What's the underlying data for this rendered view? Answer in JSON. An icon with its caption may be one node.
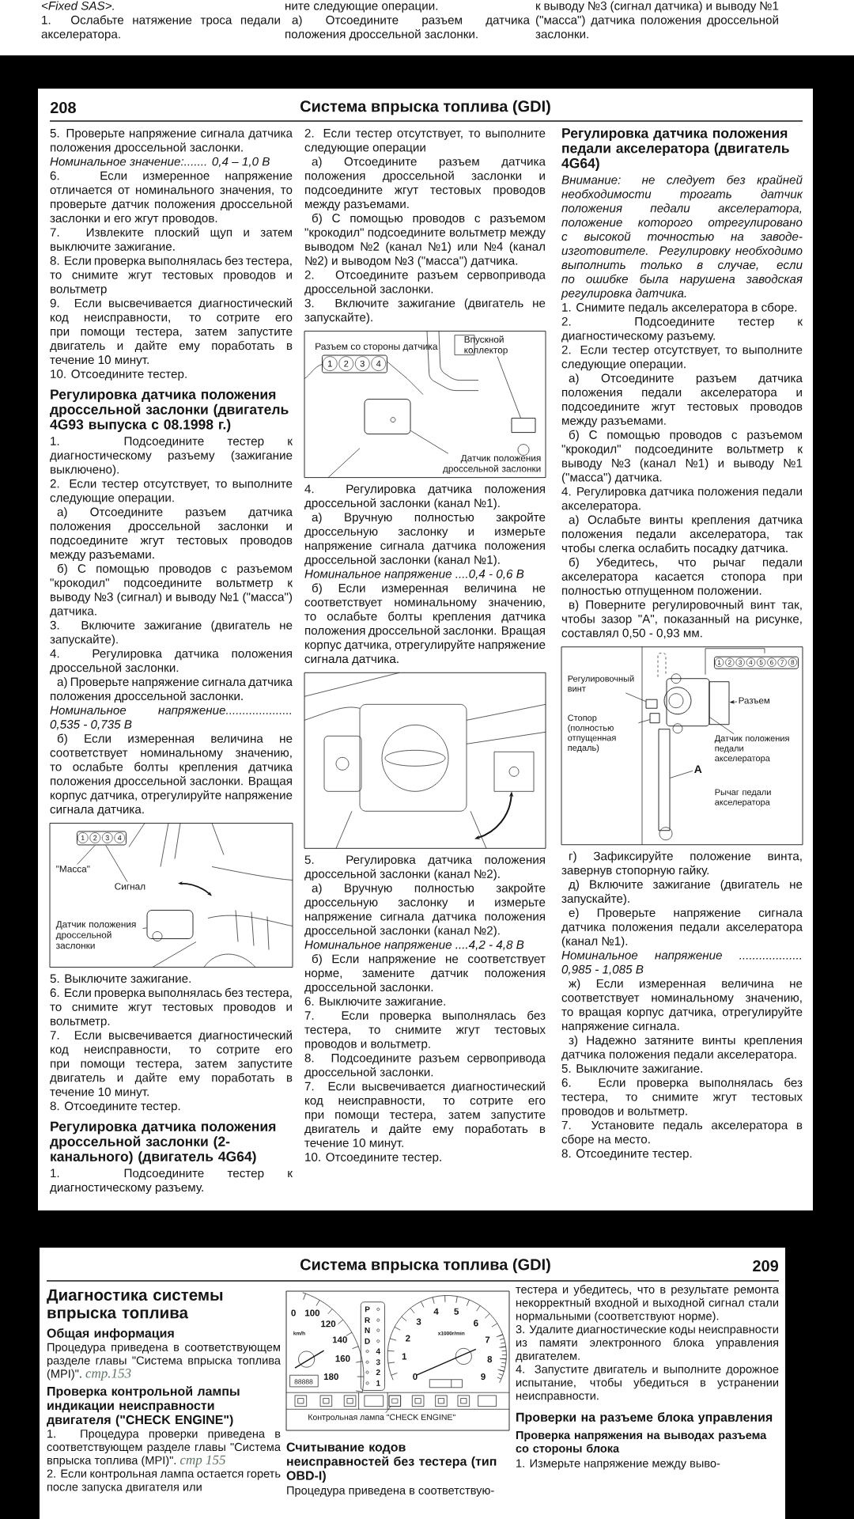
{
  "diagram": {
    "nodes": [
      {
        "text": [
          "1",
          "2",
          "3",
          "4"
        ]
      },
      {
        "text": [
          "\"Масса\""
        ]
      },
      {
        "text": [
          "Сигнал"
        ]
      },
      {
        "text": [
          "Датчик положения дроссельной заслонки"
        ]
      },
      {
        "text": [
          "1",
          "2",
          "3",
          "4"
        ],
        "beside": [
          "Разъем со стороны датчика"
        ]
      },
      {
        "text": [
          "Впускной коллектор"
        ]
      },
      {
        "text": [
          "Датчик положения дроссельной заслонки"
        ]
      },
      {
        "text": [
          "1",
          "2",
          "3",
          "4",
          "5",
          "6",
          "7",
          "8"
        ]
      },
      {
        "text": [
          "Регулировочный винт"
        ]
      },
      {
        "text": [
          "Разъем"
        ]
      },
      {
        "text": [
          "Стопор (полностью отпущенная педаль)"
        ]
      },
      {
        "text": [
          "Датчик положения педали акселератора"
        ]
      },
      {
        "text": [
          "А"
        ]
      },
      {
        "text": [
          "Контрольная лампа \"CHECK ENGINE\""
        ]
      },
      {
        "text": [],
        "shape": "box"
      },
      {
        "text": [],
        "shape": "box"
      },
      {
        "text": [],
        "shape": "box"
      },
      {
        "text": [],
        "shape": "box"
      },
      {
        "text": [],
        "shape": "box"
      },
      {
        "text": [],
        "shape": "box"
      },
      {
        "text": [],
        "shape": "box"
      },
      {
        "text": [],
        "shape": "box"
      },
      {
        "text": [],
        "shape": "box"
      }
    ],
    "edges": [
      {
        "from": 1,
        "to": 0,
        "arrow": "none"
      },
      {
        "from": 2,
        "to": 0,
        "arrow": "none"
      },
      {
        "from": 3,
        "to": 14,
        "arrow": "none"
      },
      {
        "from": 5,
        "to": 15,
        "arrow": "none"
      },
      {
        "from": 6,
        "to": 16,
        "arrow": "none"
      },
      {
        "from": 8,
        "to": 17,
        "arrow": "none"
      },
      {
        "from": 9,
        "to": 18,
        "arrow": "to"
      },
      {
        "from": 10,
        "to": 19,
        "arrow": "none"
      },
      {
        "from": 11,
        "to": 20,
        "arrow": "none"
      },
      {
        "from": 12,
        "to": 21,
        "arrow": "none"
      },
      {
        "from": 13,
        "to": 22,
        "arrow": "none"
      }
    ],
    "labels": [
      "<Fixed SAS>.",
      "1. Ослабьте натяжение троса педали акселератора.",
      "ните следующие операции.",
      "а) Отсоедините разъем датчика положения дроссельной заслонки.",
      "к выводу №3 (сигнал датчика) и выводу №1 (\"масса\") датчика положения дроссельной заслонки.",
      "208",
      "Система впрыска топлива (GDI)",
      "5. Проверьте напряжение сигнала датчика положения дроссельной заслонки.",
      "Номинальное значение:....... 0,4 – 1,0 В",
      "6. Если измеренное напряжение отличается от номинального значения, то проверьте датчик положения дроссельной заслонки и его жгут проводов.",
      "7. Извлеките плоский щуп и затем выключите зажигание.",
      "8. Если проверка выполнялась без тестера, то снимите жгут тестовых проводов и вольтметр",
      "9. Если высвечивается диагностический код неисправности, то сотрите его при помощи тестера, затем запустите двигатель и дайте ему поработать в течение 10 минут.",
      "10. Отсоедините тестер.",
      "Регулировка датчика положения дроссельной заслонки (двигатель 4G93 выпуска с 08.1998 г.)",
      "1. Подсоедините тестер к диагностическому разъему (зажигание выключено).",
      "2. Если тестер отсутствует, то выполните следующие операции.",
      "а) Отсоедините разъем датчика положения дроссельной заслонки и подсоедините жгут тестовых проводов между разъемами.",
      "б) С помощью проводов с разъемом \"крокодил\" подсоедините вольтметр к выводу №3 (сигнал) и выводу №1 (\"масса\") датчика.",
      "3. Включите зажигание (двигатель не запускайте).",
      "4. Регулировка датчика положения дроссельной заслонки.",
      "а) Проверьте напряжение сигнала датчика положения дроссельной заслонки.",
      "Номинальное напряжение.................... 0,535 - 0,735 В",
      "б) Если измеренная величина не соответствует номинальному значению, то ослабьте болты крепления датчика положения дроссельной заслонки. Вращая корпус датчика, отрегулируйте напряжение сигнала датчика.",
      "5. Выключите зажигание.",
      "6. Если проверка выполнялась без тестера, то снимите жгут тестовых проводов и вольтметр.",
      "7. Если высвечивается диагностический код неисправности, то сотрите его при помощи тестера, затем запустите двигатель и дайте ему поработать в течение 10 минут.",
      "8. Отсоедините тестер.",
      "Регулировка датчика положения дроссельной заслонки (2-канального) (двигатель 4G64)",
      "1. Подсоедините тестер к диагностическому разъему.",
      "2. Если тестер отсутствует, то выполните следующие операции",
      "а) Отсоедините разъем датчика положения дроссельной заслонки и подсоедините жгут тестовых проводов между разъемами.",
      "б) С помощью проводов с разъемом \"крокодил\" подсоедините вольтметр между выводом №2 (канал №1) или №4 (канал №2) и выводом №3 (\"масса\") датчика.",
      "2. Отсоедините разъем сервопривода дроссельной заслонки.",
      "3. Включите зажигание (двигатель не запускайте).",
      "4. Регулировка датчика положения дроссельной заслонки (канал №1).",
      "а) Вручную полностью закройте дроссельную заслонку и измерьте напряжение сигнала датчика положения дроссельной заслонки (канал №1).",
      "Номинальное напряжение ....0,4 - 0,6 В",
      "б) Если измеренная величина не соответствует номинальному значению, то ослабьте болты крепления датчика положения дроссельной заслонки. Вращая корпус датчика, отрегулируйте напряжение сигнала датчика.",
      "5. Регулировка датчика положения дроссельной заслонки (канал №2).",
      "а) Вручную полностью закройте дроссельную заслонку и измерьте напряжение сигнала датчика положения дроссельной заслонки (канал №2).",
      "Номинальное напряжение ....4,2 - 4,8 В",
      "б) Если напряжение не соответствует норме, замените датчик положения дроссельной заслонки.",
      "6. Выключите зажигание.",
      "7. Если проверка выполнялась без тестера, то снимите жгут тестовых проводов и вольтметр.",
      "8. Подсоедините разъем сервопривода дроссельной заслонки.",
      "7. Если высвечивается диагностический код неисправности, то сотрите его при помощи тестера, затем запустите двигатель и дайте ему поработать в течение 10 минут.",
      "10. Отсоедините тестер.",
      "Регулировка датчика положения педали акселератора (двигатель 4G64)",
      "Внимание: не следует без крайней необходимости трогать датчик положения педали акселератора, положение которого отрегулировано с высокой точностью на заводе-изготовителе. Регулировку необходимо выполнить только в случае, если по ошибке была нарушена заводская регулировка датчика.",
      "1. Снимите педаль акселератора в сборе.",
      "2. Подсоедините тестер к диагностическому разъему.",
      "2. Если тестер отсутствует, то выполните следующие операции.",
      "а) Отсоедините разъем датчика положения педали акселератора и подсоедините жгут тестовых проводов между разъемами.",
      "б) С помощью проводов с разъемом \"крокодил\" подсоедините вольтметр к выводу №3 (канал №1) и выводу №1 (\"масса\") датчика.",
      "4. Регулировка датчика положения педали акселератора.",
      "а) Ослабьте винты крепления датчика положения педали акселератора, так чтобы слегка ослабить посадку датчика.",
      "б) Убедитесь, что рычаг педали акселератора касается стопора при полностью отпущенном положении.",
      "в) Поверните регулировочный винт так, чтобы зазор \"А\", показанный на рисунке, составлял 0,50 - 0,93 мм.",
      "Рычаг педали акселератора",
      "г) Зафиксируйте положение винта, завернув стопорную гайку.",
      "д) Включите зажигание (двигатель не запускайте).",
      "е) Проверьте напряжение сигнала датчика положения педали акселератора (канал №1).",
      "Номинальное напряжение ................... 0,985 - 1,085 В",
      "ж) Если измеренная величина не соответствует номинальному значению, то вращая корпус датчика, отрегулируйте напряжение сигнала.",
      "з) Надежно затяните винты крепления датчика положения педали акселератора.",
      "5. Выключите зажигание.",
      "6. Если проверка выполнялась без тестера, то снимите жгут тестовых проводов и вольтметр.",
      "7. Установите педаль акселератора в сборе на место.",
      "8. Отсоедините тестер.",
      "Система впрыска топлива (GDI)",
      "209",
      "Диагностика системы впрыска топлива",
      "Общая информация",
      "Процедура приведена в соответствующем разделе главы \"Система впрыска топлива (MPI)\".",
      "стр.153",
      "Проверка контрольной лампы индикации неисправности двигателя (\"CHECK ENGINE\")",
      "1. Процедура проверки приведена в соответствующем разделе главы \"Система впрыска топлива (MPI)\".",
      "стр 155",
      "2. Если контрольная лампа остается гореть после запуска двигателя или",
      "0",
      "100",
      "120",
      "km/h",
      "140",
      "160",
      "180",
      "88888",
      "P",
      "R",
      "N",
      "D",
      "4",
      "3",
      "2",
      "1",
      "0",
      "1",
      "2",
      "3",
      "4",
      "5",
      "6",
      "7",
      "8",
      "9",
      "x1000r/min",
      "Считывание кодов неисправностей без тестера (тип OBD-I)",
      "Процедура приведена в соответствую-",
      "тестера и убедитесь, что в результате ремонта некорректный входной и выходной сигнал стали нормальными (соответствуют норме).",
      "3. Удалите диагностические коды неисправности из памяти электронного блока управления двигателем.",
      "4. Запустите двигатель и выполните дорожное испытание, чтобы убедиться в устранении неисправности.",
      "Проверки на разъеме блока управления",
      "Проверка напряжения на выводах разъема со стороны блока",
      "1. Измерьте напряжение между выво-"
    ]
  }
}
